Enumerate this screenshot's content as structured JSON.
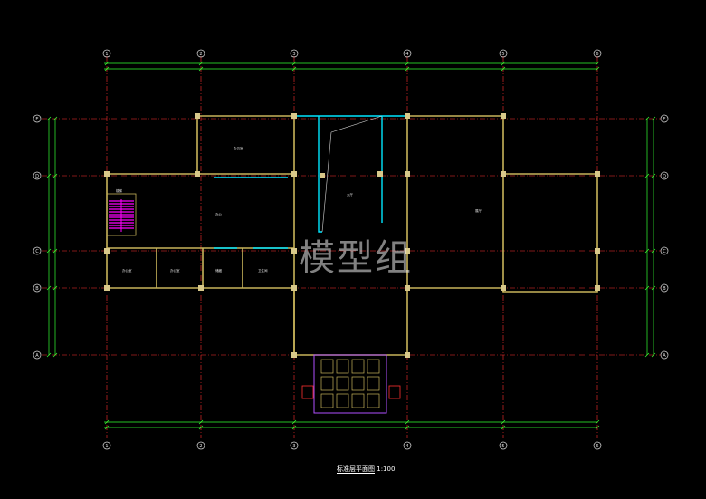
{
  "drawing": {
    "title": "模型组",
    "sheet_caption": "标准层平面图",
    "scale": "1:100"
  },
  "grid": {
    "columns": [
      "1",
      "2",
      "3",
      "4",
      "5",
      "6"
    ],
    "rows": [
      "E",
      "D",
      "C",
      "B",
      "A"
    ]
  },
  "rooms": [
    {
      "label": "会议室"
    },
    {
      "label": "办公"
    },
    {
      "label": "大厅"
    },
    {
      "label": "展厅"
    },
    {
      "label": "办公室"
    },
    {
      "label": "办公室"
    },
    {
      "label": "储藏"
    },
    {
      "label": "卫生间"
    },
    {
      "label": "楼梯"
    }
  ],
  "colors": {
    "background": "#000000",
    "wall": "#c8b45a",
    "axis": "#ff3030",
    "dimension": "#32ff32",
    "glass": "#00e6ff",
    "stair": "#ff00ff",
    "entrance": "#b050ff",
    "column": "#d8c88a"
  }
}
